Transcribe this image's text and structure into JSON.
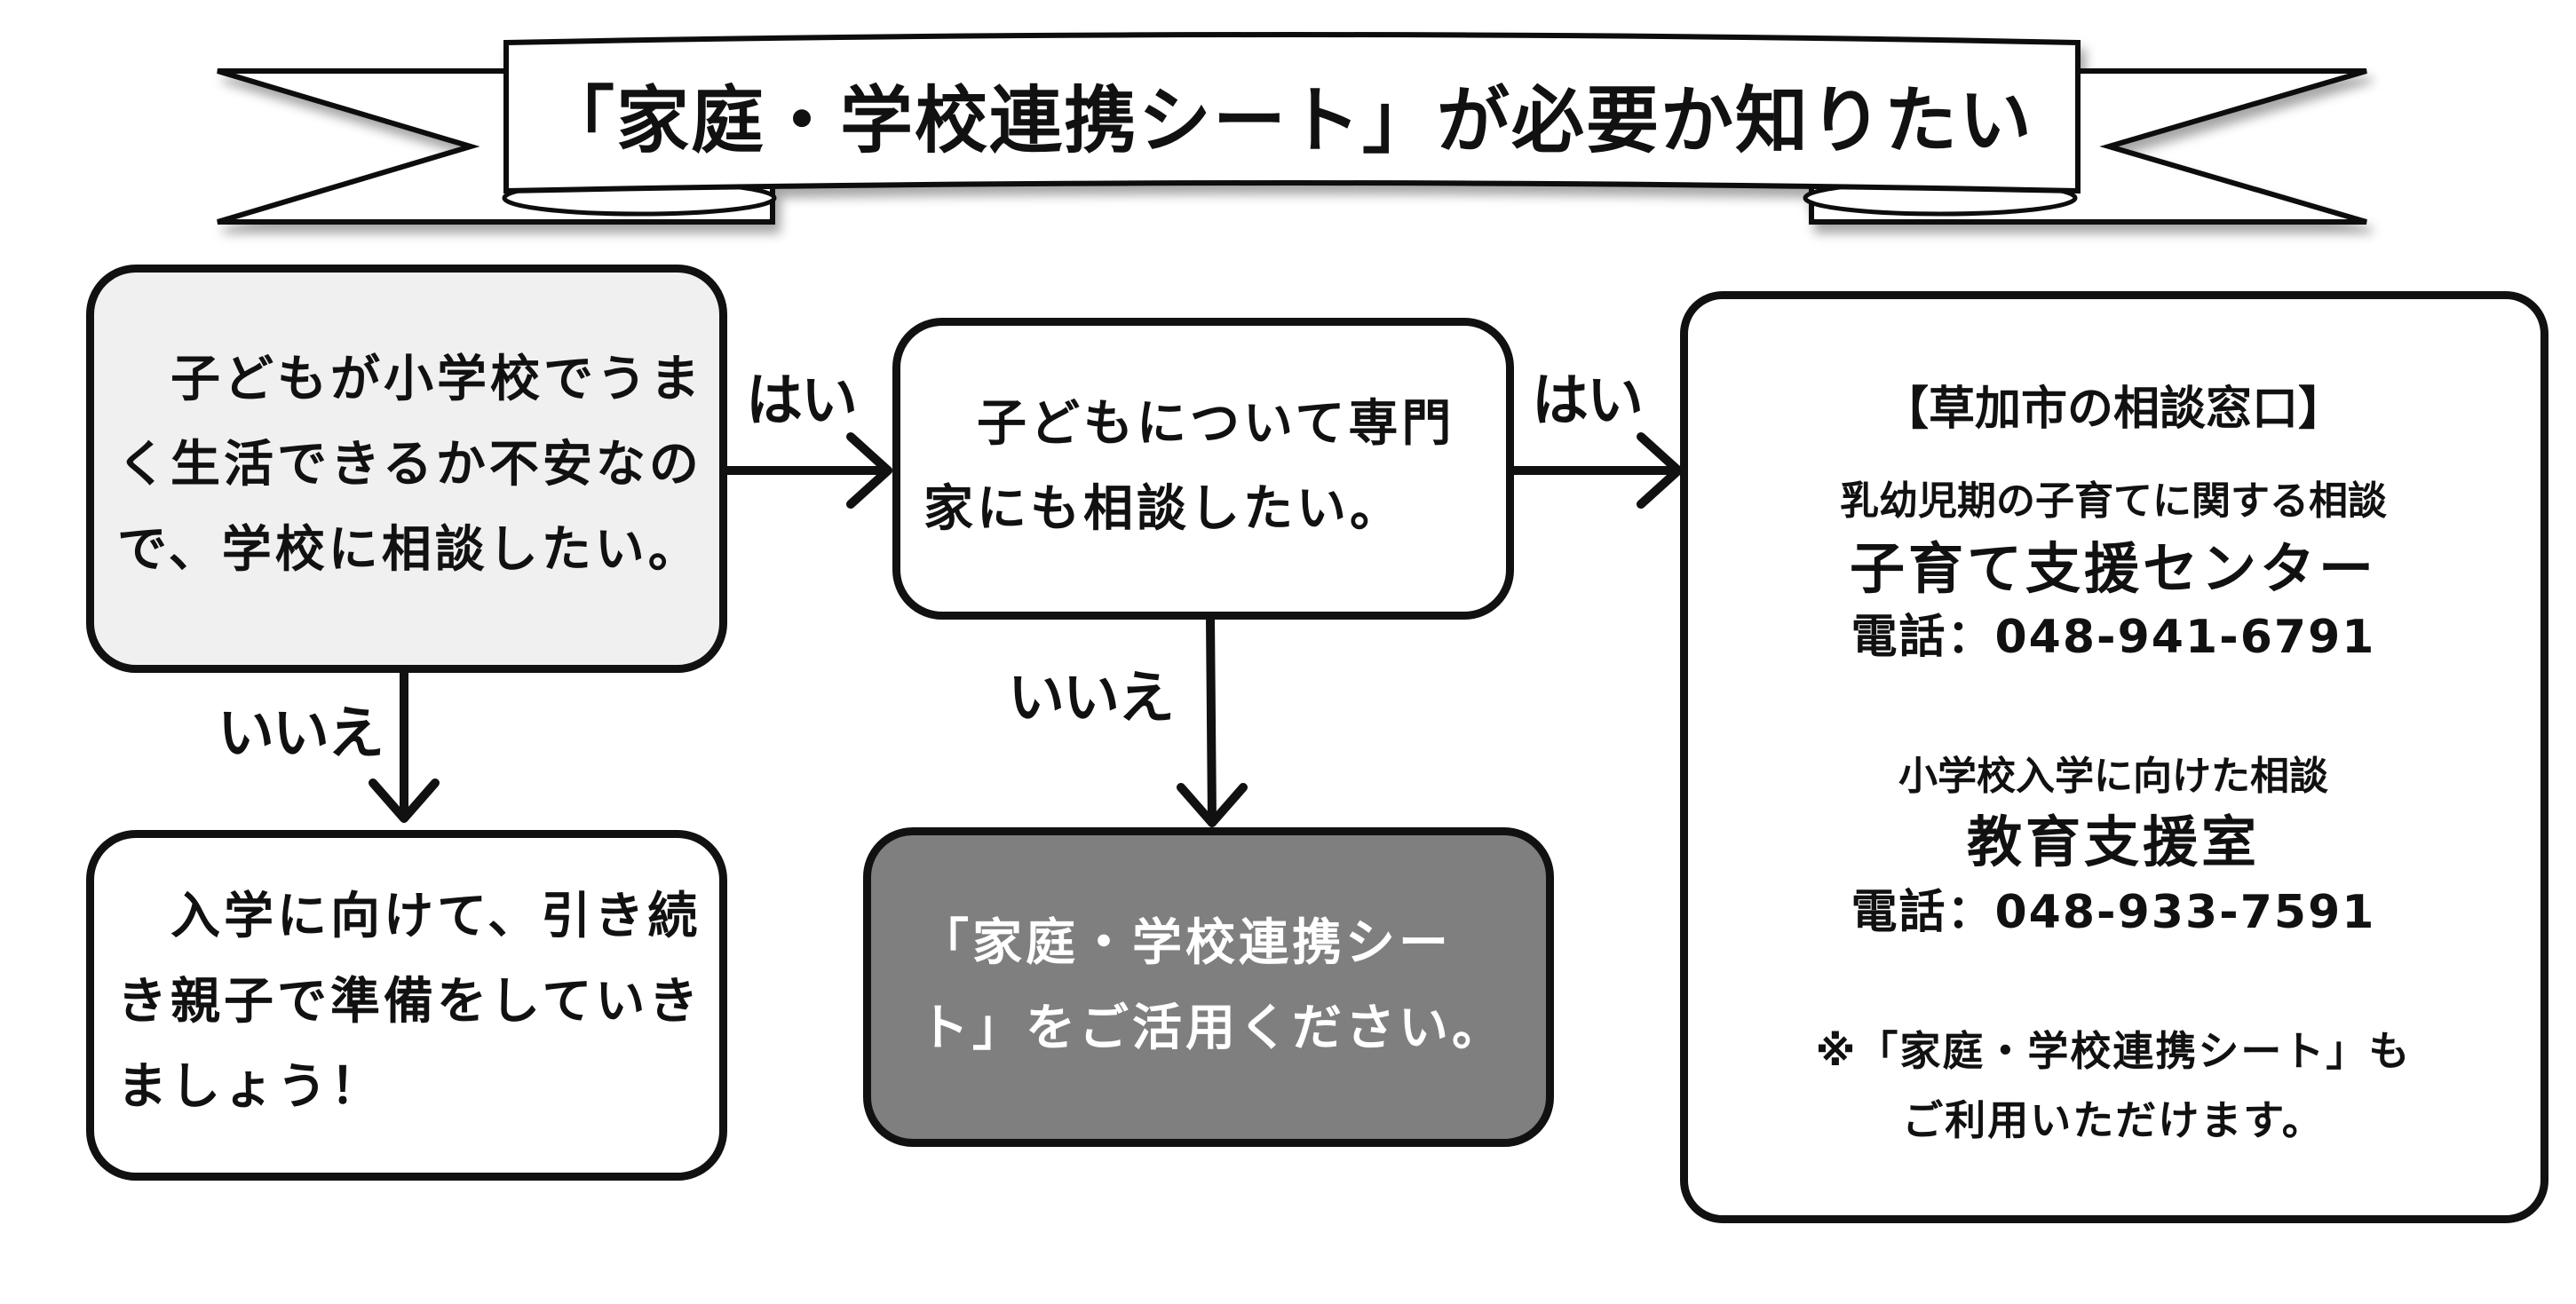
{
  "title": "「家庭・学校連携シート」が必要か知りたい",
  "nodes": {
    "anxiety": "　子どもが小学校でうまく生活できるか不安なので、学校に相談したい。",
    "prepare": "　入学に向けて、引き続き親子で準備をしていきましょう！",
    "expert": "　子どもについて専門家にも相談したい。",
    "use_sheet": "「家庭・学校連携シート」をご活用ください。"
  },
  "edge_labels": {
    "yes_1": "はい",
    "no_1": "いいえ",
    "yes_2": "はい",
    "no_2": "いいえ"
  },
  "contact": {
    "heading": "【草加市の相談窓口】",
    "child_rearing": {
      "subtitle": "乳幼児期の子育てに関する相談",
      "name": "子育て支援センター",
      "phone": "電話：048-941-6791"
    },
    "education": {
      "subtitle": "小学校入学に向けた相談",
      "name": "教育支援室",
      "phone": "電話：048-933-7591"
    },
    "note_line1": "※「家庭・学校連携シート」も",
    "note_line2": "ご利用いただけます。"
  },
  "colors": {
    "outline": "#111111",
    "light_box": "#f0f0f0",
    "dark_box": "#7f7f7f",
    "white": "#ffffff"
  }
}
